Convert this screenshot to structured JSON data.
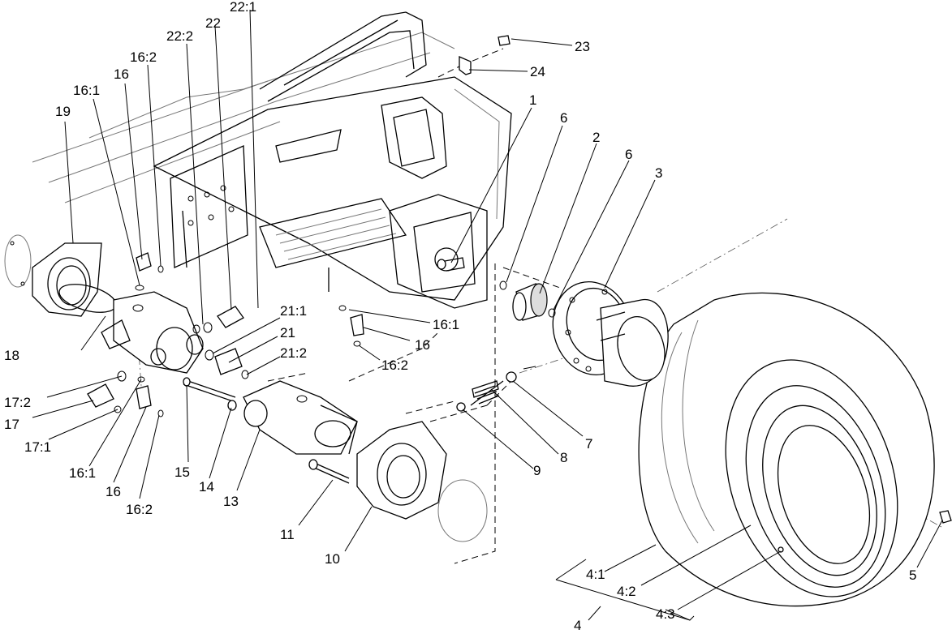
{
  "diagram": {
    "callouts": [
      {
        "id": "c-22-1",
        "text": "22:1"
      },
      {
        "id": "c-22a",
        "text": "22"
      },
      {
        "id": "c-22-2",
        "text": "22:2"
      },
      {
        "id": "c-23",
        "text": "23"
      },
      {
        "id": "c-16-2a",
        "text": "16:2"
      },
      {
        "id": "c-16a",
        "text": "16"
      },
      {
        "id": "c-16-1a",
        "text": "16:1"
      },
      {
        "id": "c-19",
        "text": "19"
      },
      {
        "id": "c-24",
        "text": "24"
      },
      {
        "id": "c-1",
        "text": "1"
      },
      {
        "id": "c-6a",
        "text": "6"
      },
      {
        "id": "c-2",
        "text": "2"
      },
      {
        "id": "c-6b",
        "text": "6"
      },
      {
        "id": "c-3",
        "text": "3"
      },
      {
        "id": "c-21-1",
        "text": "21:1"
      },
      {
        "id": "c-16-1b",
        "text": "16:1"
      },
      {
        "id": "c-18",
        "text": "18"
      },
      {
        "id": "c-21",
        "text": "21"
      },
      {
        "id": "c-16b",
        "text": "16"
      },
      {
        "id": "c-21-2",
        "text": "21:2"
      },
      {
        "id": "c-16-2b",
        "text": "16:2"
      },
      {
        "id": "c-17-2",
        "text": "17:2"
      },
      {
        "id": "c-17",
        "text": "17"
      },
      {
        "id": "c-17-1",
        "text": "17:1"
      },
      {
        "id": "c-7",
        "text": "7"
      },
      {
        "id": "c-8",
        "text": "8"
      },
      {
        "id": "c-9",
        "text": "9"
      },
      {
        "id": "c-16-1c",
        "text": "16:1"
      },
      {
        "id": "c-15",
        "text": "15"
      },
      {
        "id": "c-14",
        "text": "14"
      },
      {
        "id": "c-13",
        "text": "13"
      },
      {
        "id": "c-16c",
        "text": "16"
      },
      {
        "id": "c-16-2c",
        "text": "16:2"
      },
      {
        "id": "c-11",
        "text": "11"
      },
      {
        "id": "c-10",
        "text": "10"
      },
      {
        "id": "c-4-1",
        "text": "4:1"
      },
      {
        "id": "c-4-2",
        "text": "4:2"
      },
      {
        "id": "c-4-3",
        "text": "4:3"
      },
      {
        "id": "c-4",
        "text": "4"
      },
      {
        "id": "c-5",
        "text": "5"
      }
    ]
  }
}
